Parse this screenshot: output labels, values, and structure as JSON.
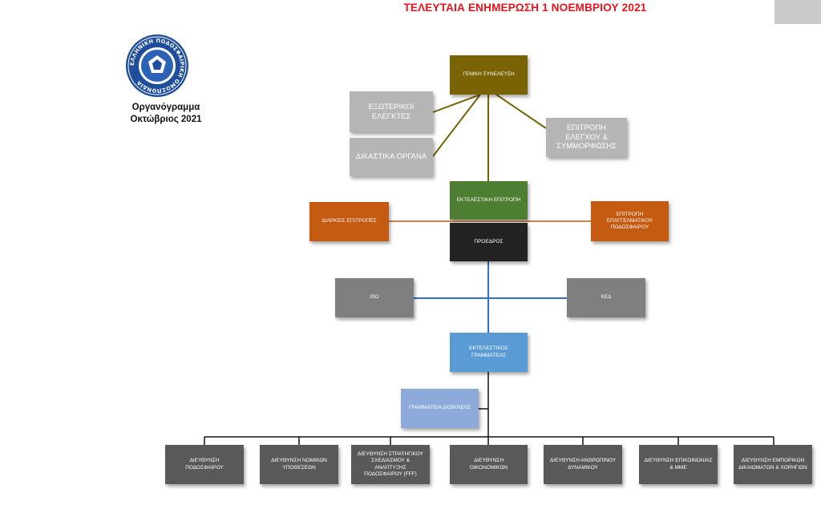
{
  "header": {
    "banner": "ΤΕΛΕΥΤΑΙΑ ΕΝΗΜΕΡΩΣΗ 1 ΝΟΕΜΒΡΙΟΥ 2021"
  },
  "logo": {
    "ring_text": "ΕΛΛΗΝΙΚΗ ΠΟΔΟΣΦΑΙΡΙΚΗ ΟΜΟΣΠΟΝΔΙΑ",
    "ring_color": "#1f4e9c"
  },
  "caption": {
    "line1": "Οργανόγραμμα",
    "line2": "Οκτώβριος 2021"
  },
  "nodes": {
    "general_assembly": "ΓΕΝΙΚΗ ΣΥΝΕΛΕΥΣΗ",
    "external_auditors": "ΕΞΩΤΕΡΙΚΟΙ ΕΛΕΓΚΤΕΣ",
    "judicial_bodies": "ΔΙΚΑΣΤΙΚΑ ΟΡΓΑΝΑ",
    "compliance_committee": "ΕΠΙΤΡΟΠΗ ΕΛΕΓΧΟΥ & ΣΥΜΜΟΡΦΩΣΗΣ",
    "executive_committee": "ΕΚΤΕΛΕΣΤΙΚΗ ΕΠΙΤΡΟΠΗ",
    "standing_committees": "ΔΙΑΡΚΕΙΣ ΕΠΙΤΡΟΠΕΣ",
    "professional_football_committee": "ΕΠΙΤΡΟΠΗ ΕΠΑΓΓΕΛΜΑΤΙΚΟΥ ΠΟΔΟΣΦΑΙΡΟΥ",
    "president": "ΠΡΟΕΔΡΟΣ",
    "iso": "ISO",
    "ked": "ΚΕΔ",
    "secretary_general": "ΕΚΤΕΛΕΣΤΙΚΟΣ ΓΡΑΜΜΑΤΕΑΣ",
    "admin_secretariat": "ΓΡΑΜΜΑΤΕΙΑ ΔΙΟΙΚΗΣΗΣ"
  },
  "directorates": [
    "ΔΙΕΥΘΥΝΣΗ ΠΟΔΟΣΦΑΙΡΟΥ",
    "ΔΙΕΥΘΥΝΣΗ ΝΟΜΙΚΩΝ ΥΠΟΘΕΣΕΩΝ",
    "ΔΙΕΥΘΥΝΣΗ ΣΤΡΑΤΗΓΙΚΟΥ ΣΧΕΔΙΑΣΜΟΥ & ΑΝΑΠΤΥΞΗΣ ΠΟΔΟΣΦΑΙΡΟΥ (FFF)",
    "ΔΙΕΥΘΥΝΣΗ ΟΙΚΟΝΟΜΙΚΩΝ",
    "ΔΙΕΥΘΥΝΣΗ ΑΝΘΡΩΠΙΝΟΥ ΔΥΝΑΜΙΚΟΥ",
    "ΔΙΕΥΘΥΝΣΗ ΕΠΙΚΟΙΝΩΝΙΑΣ & ΜΜΕ",
    "ΔΙΕΥΘΥΝΣΗ ΕΜΠΟΡΙΚΩΝ ΔΙΚΑΙΩΜΑΤΩΝ & ΧΟΡΗΓΙΩΝ"
  ],
  "colors": {
    "banner": "#e8141b",
    "assembly_lines": "#7a6305",
    "orange_line": "#c55a11",
    "blue_lines": "#2e6fce",
    "tree_lines": "#111111"
  }
}
